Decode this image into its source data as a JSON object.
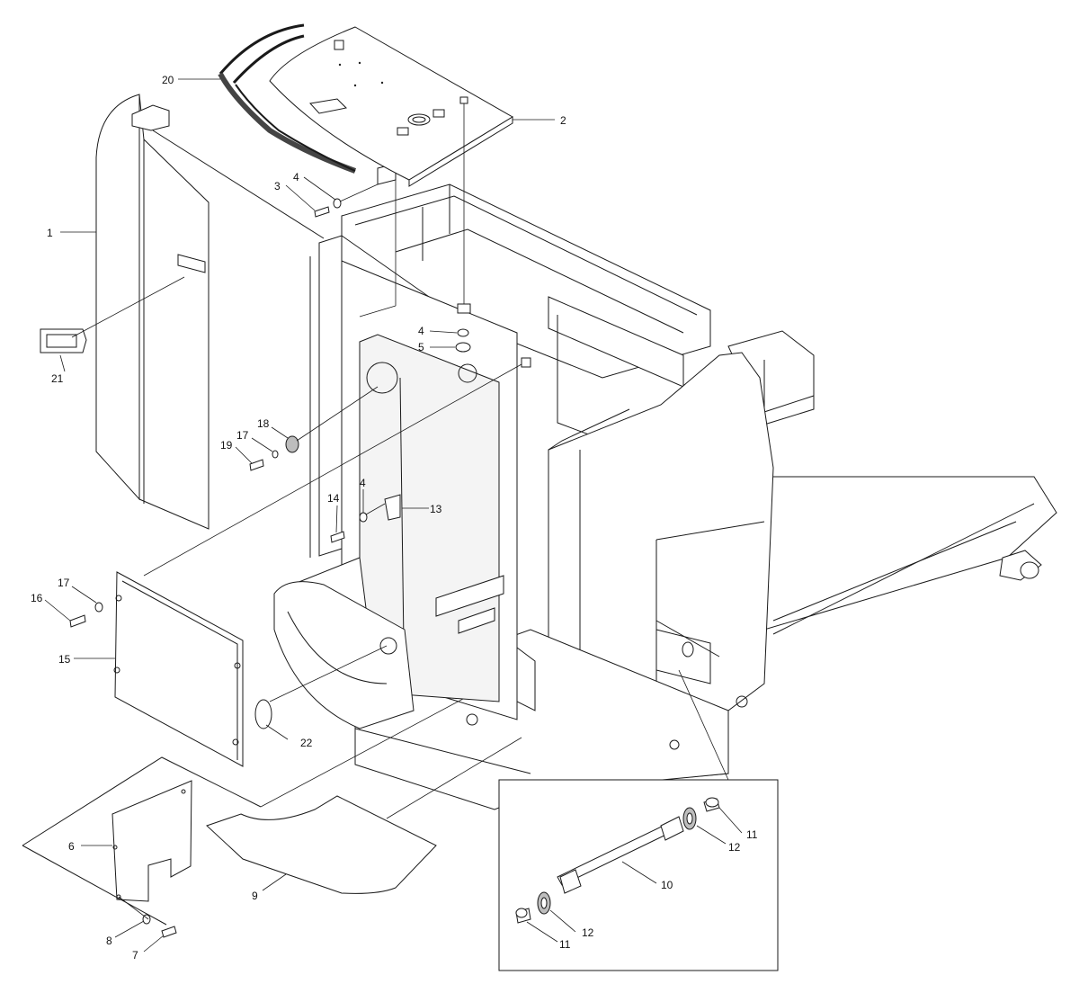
{
  "diagram": {
    "colors": {
      "line": "#1a1a1a",
      "fill": "#ffffff",
      "shade": "#bdbdbd"
    },
    "callouts": [
      {
        "id": "c1",
        "text": "1"
      },
      {
        "id": "c2",
        "text": "2"
      },
      {
        "id": "c3",
        "text": "3"
      },
      {
        "id": "c4a",
        "text": "4"
      },
      {
        "id": "c4b",
        "text": "4"
      },
      {
        "id": "c4c",
        "text": "4"
      },
      {
        "id": "c5",
        "text": "5"
      },
      {
        "id": "c6",
        "text": "6"
      },
      {
        "id": "c7",
        "text": "7"
      },
      {
        "id": "c8",
        "text": "8"
      },
      {
        "id": "c9",
        "text": "9"
      },
      {
        "id": "c10",
        "text": "10"
      },
      {
        "id": "c11a",
        "text": "11"
      },
      {
        "id": "c11b",
        "text": "11"
      },
      {
        "id": "c12a",
        "text": "12"
      },
      {
        "id": "c12b",
        "text": "12"
      },
      {
        "id": "c13",
        "text": "13"
      },
      {
        "id": "c14",
        "text": "14"
      },
      {
        "id": "c15",
        "text": "15"
      },
      {
        "id": "c16",
        "text": "16"
      },
      {
        "id": "c17a",
        "text": "17"
      },
      {
        "id": "c17b",
        "text": "17"
      },
      {
        "id": "c18",
        "text": "18"
      },
      {
        "id": "c19",
        "text": "19"
      },
      {
        "id": "c20",
        "text": "20"
      },
      {
        "id": "c21",
        "text": "21"
      },
      {
        "id": "c22",
        "text": "22"
      }
    ]
  }
}
